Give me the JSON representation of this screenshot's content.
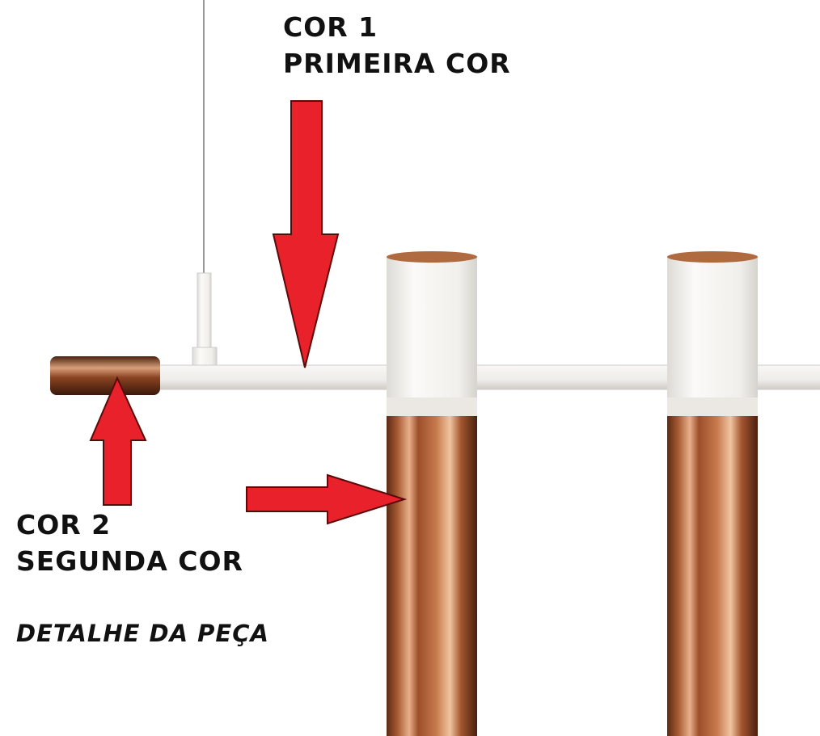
{
  "annotations": {
    "color1_title": "COR 1",
    "color1_subtitle": "PRIMEIRA COR",
    "color2_title": "COR 2",
    "color2_subtitle": "SEGUNDA COR",
    "caption": "DETALHE DA PEÇA"
  },
  "colors": {
    "arrow": "#e8212b",
    "copper": "#b8683f",
    "white_finish": "#f4f2ee"
  }
}
